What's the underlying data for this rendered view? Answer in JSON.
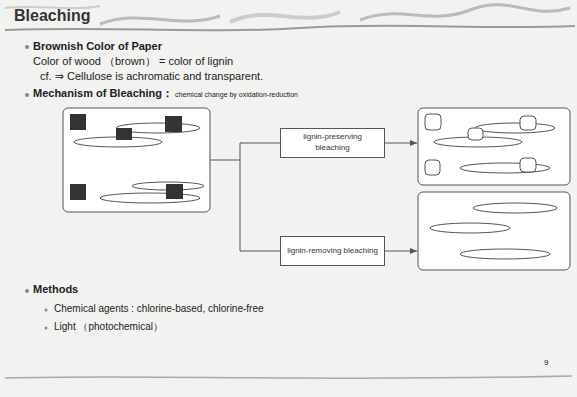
{
  "diagram": {
    "title": "Bleaching",
    "nodes": [
      {
        "text": [
          "lignin-preserving bleaching"
        ]
      },
      {
        "text": [
          "lignin-removing bleaching"
        ]
      }
    ],
    "labels": [
      "Brownish Color of Paper",
      "Color of wood （brown） = color of lignin",
      "cf. ⇒ Cellulose is achromatic and transparent.",
      "Mechanism of Bleaching：",
      "chemical change by oxidation-reduction",
      "Methods",
      "Chemical agents : chlorine-based, chlorine-free",
      "Light （photochemical）",
      "9"
    ]
  }
}
